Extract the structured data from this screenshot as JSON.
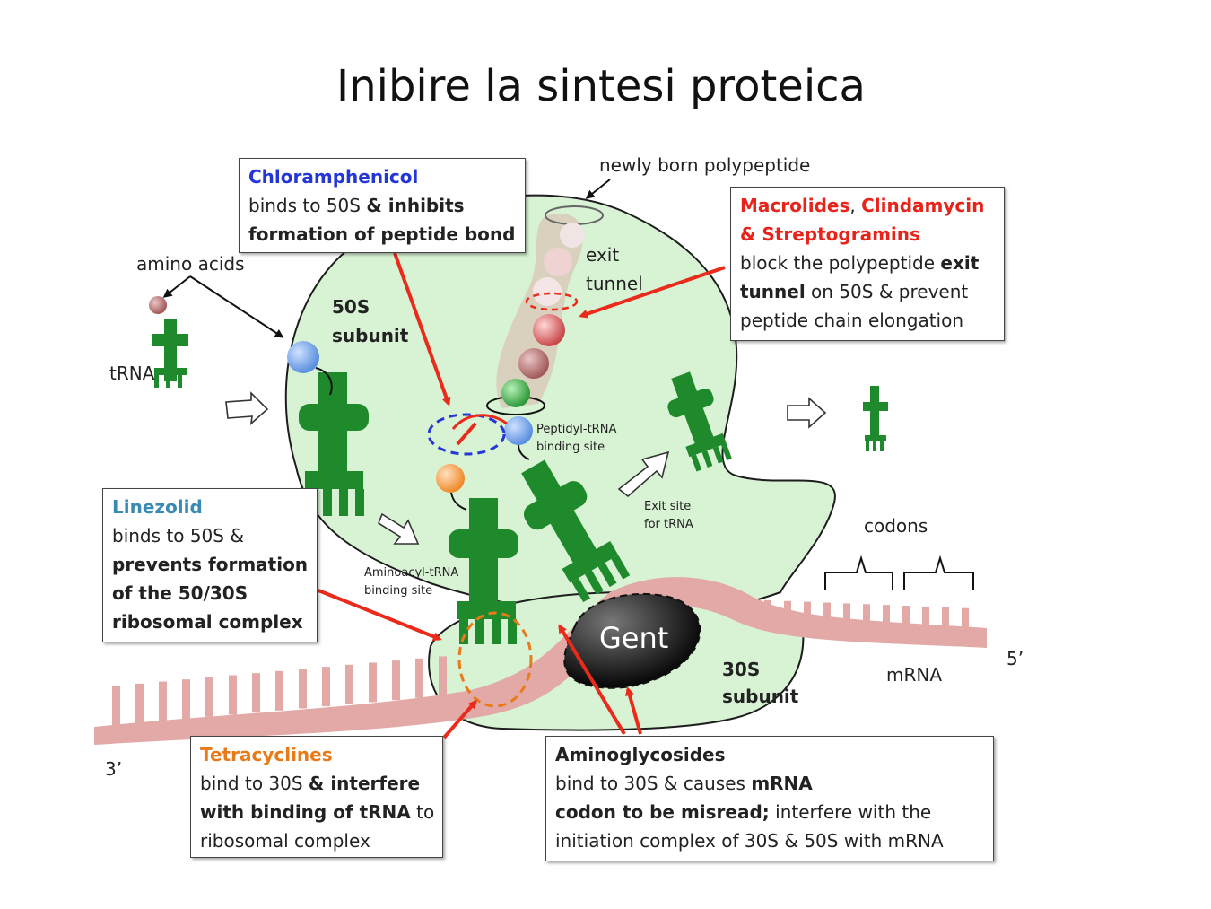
{
  "slide": {
    "title": "Inibire la sintesi proteica"
  },
  "labels": {
    "amino_acids": "amino acids",
    "trna": "tRNA",
    "newly_born": "newly born polypeptide",
    "exit_tunnel_1": "exit",
    "exit_tunnel_2": "tunnel",
    "subunit_50s_1": "50S",
    "subunit_50s_2": "subunit",
    "subunit_30s_1": "30S",
    "subunit_30s_2": "subunit",
    "peptidyl_1": "Peptidyl-tRNA",
    "peptidyl_2": "binding site",
    "aminoacyl_1": "Aminoacyl-tRNA",
    "aminoacyl_2": "binding site",
    "exit_site_1": "Exit site",
    "exit_site_2": "for tRNA",
    "codons": "codons",
    "mrna": "mRNA",
    "five_prime": "5’",
    "three_prime": "3’",
    "gent": "Gent"
  },
  "boxes": {
    "chloramphenicol": {
      "head": "Chloramphenicol",
      "line1_a": "binds to 50S ",
      "line1_b": "& inhibits",
      "line2": "formation of peptide bond"
    },
    "macrolides": {
      "head_a": "Macrolides",
      "head_sep": ", ",
      "head_b": "Clindamycin",
      "head_c": "& Streptogramins",
      "line1_a": "block the polypeptide ",
      "line1_b": "exit",
      "line2_a": "tunnel",
      "line2_b": " on 50S & prevent",
      "line3": "peptide chain elongation"
    },
    "linezolid": {
      "head": "Linezolid",
      "line1": "binds to 50S &",
      "line2": "prevents formation",
      "line3": "of the 50/30S",
      "line4": "ribosomal complex"
    },
    "tetracyclines": {
      "head": "Tetracyclines",
      "line1_a": "bind to 30S ",
      "line1_b": "& interfere",
      "line2_a": "with binding of tRNA",
      "line2_b": " to",
      "line3": "ribosomal complex"
    },
    "aminoglycosides": {
      "head": "Aminoglycosides",
      "line1_a": "bind to 30S & causes ",
      "line1_b": "mRNA",
      "line2_a": "codon to be misread;",
      "line2_b": " interfere with the",
      "line3": "initiation complex of 30S & 50S with mRNA"
    }
  },
  "colors": {
    "ribosome_fill": "#d8f2d4",
    "trna_green": "#1f8a2c",
    "mrna_pink": "#e3a9a6",
    "arrow_red": "#ea2a1a",
    "chloramphenicol_blue": "#2436d6",
    "macrolides_red": "#e8231a",
    "linezolid_teal": "#3a8bb3",
    "tetracyclines_orange": "#e87a18"
  }
}
